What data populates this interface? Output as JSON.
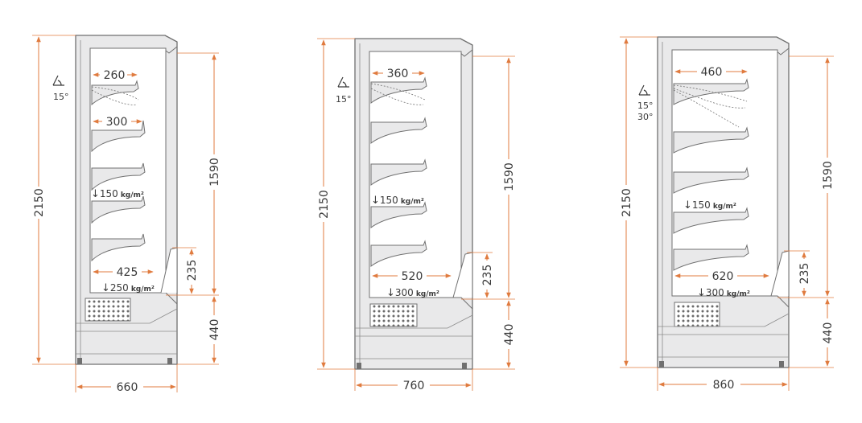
{
  "colors": {
    "dimension": "#e07b3f",
    "cabinet_fill": "#e9e9ea",
    "outline": "#707070",
    "text": "#3a3a3a"
  },
  "units": [
    {
      "height": "2150",
      "display_height": "1590",
      "lower_height": "440",
      "step_height": "235",
      "width": "660",
      "shelf_top": "260",
      "shelf_second": "300",
      "base_depth": "425",
      "shelf_load_value": "150",
      "shelf_load_unit": "kg/m²",
      "base_load_value": "250",
      "base_load_unit": "kg/m²",
      "angles": [
        "15°"
      ]
    },
    {
      "height": "2150",
      "display_height": "1590",
      "lower_height": "440",
      "step_height": "235",
      "width": "760",
      "shelf_top": "360",
      "base_depth": "520",
      "shelf_load_value": "150",
      "shelf_load_unit": "kg/m²",
      "base_load_value": "300",
      "base_load_unit": "kg/m²",
      "angles": [
        "15°"
      ]
    },
    {
      "height": "2150",
      "display_height": "1590",
      "lower_height": "440",
      "step_height": "235",
      "width": "860",
      "shelf_top": "460",
      "base_depth": "620",
      "shelf_load_value": "150",
      "shelf_load_unit": "kg/m²",
      "base_load_value": "300",
      "base_load_unit": "kg/m²",
      "angles": [
        "15°",
        "30°"
      ]
    }
  ]
}
